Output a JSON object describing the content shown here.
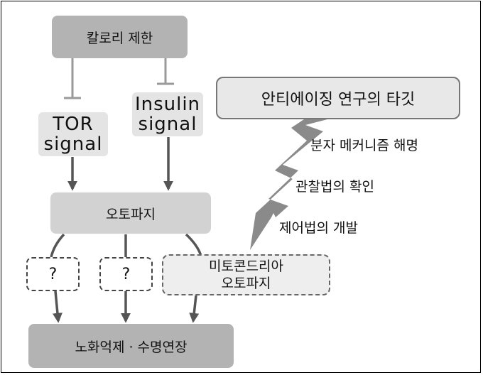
{
  "nodes": {
    "calorie_restriction": "칼로리 제한",
    "tor_signal_1": "TOR",
    "tor_signal_2": "signal",
    "insulin_signal_1": "Insulin",
    "insulin_signal_2": "signal",
    "autophagy": "오토파지",
    "unknown_1": "?",
    "unknown_2": "?",
    "mito_autophagy_1": "미토콘드리아",
    "mito_autophagy_2": "오토파지",
    "outcome": "노화억제 · 수명연장",
    "anti_aging_target": "안티에이징 연구의 타깃"
  },
  "research_steps": [
    "분자 메커니즘 해명",
    "관찰법의 확인",
    "제어법의 개발"
  ]
}
